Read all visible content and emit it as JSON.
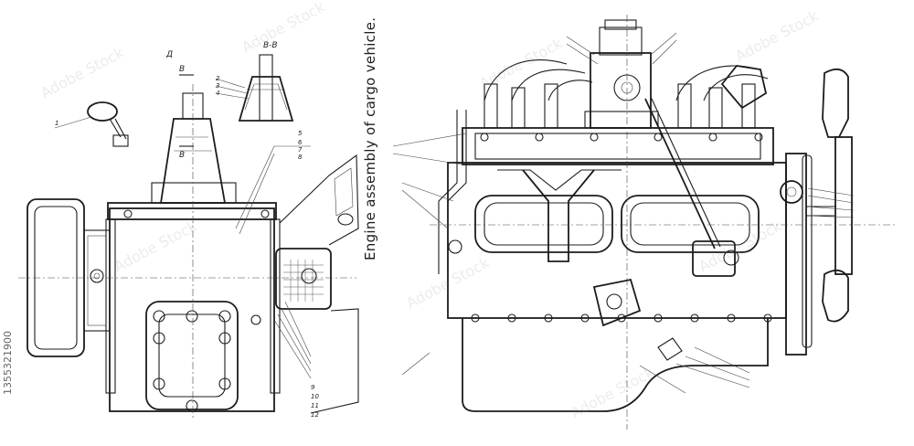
{
  "caption": "Engine assembly of cargo vehicle.",
  "stock_id": "1355321900",
  "watermark_text": "Adobe Stock",
  "section_labels": {
    "view_d": "Д",
    "section_bb": "В-В",
    "mark_b_top": "В",
    "mark_b_bottom": "В"
  },
  "gearbox_callouts": [
    "1",
    "2",
    "3",
    "4",
    "5",
    "6",
    "7",
    "8",
    "9",
    "10",
    "11",
    "12"
  ],
  "colors": {
    "line": "#1c1c1c",
    "background": "#ffffff",
    "caption": "#1e1e1e"
  }
}
